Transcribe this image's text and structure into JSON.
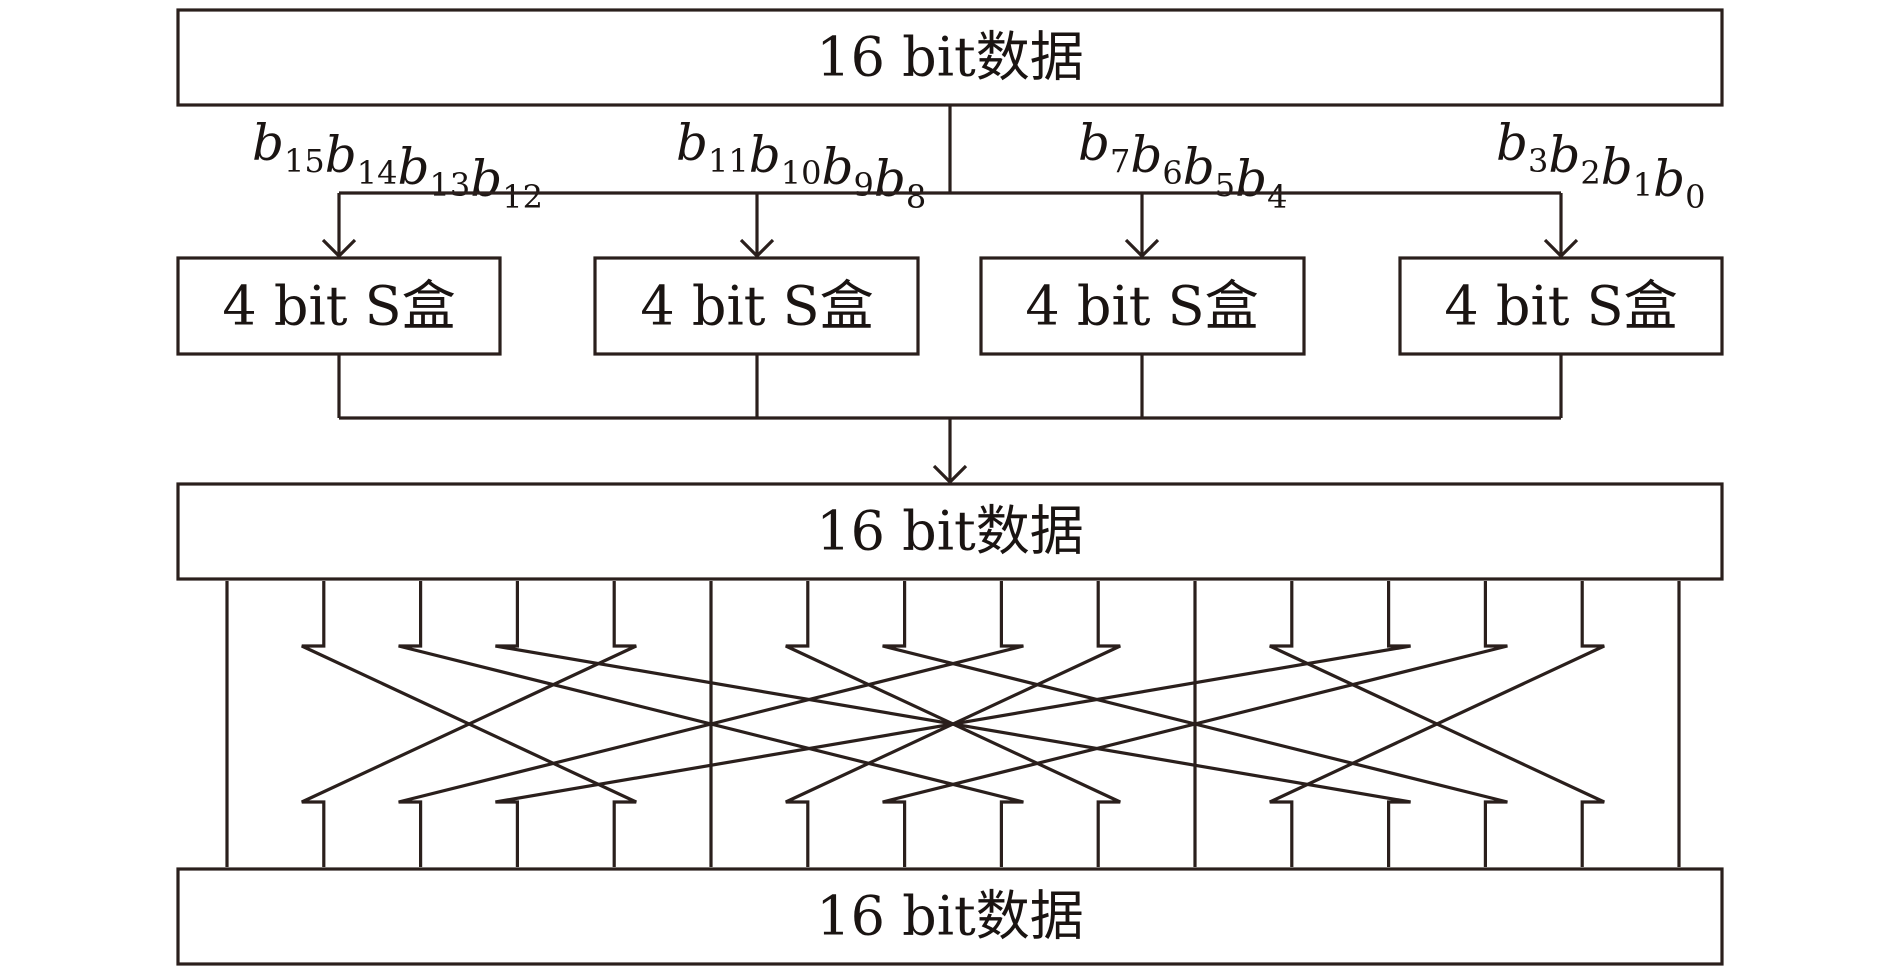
{
  "top_box": {
    "label": "16 bit数据"
  },
  "middle_box": {
    "label": "16 bit数据"
  },
  "bottom_box": {
    "label": "16 bit数据"
  },
  "bit_groups": [
    {
      "bits": [
        "15",
        "14",
        "13",
        "12"
      ]
    },
    {
      "bits": [
        "11",
        "10",
        "9",
        "8"
      ]
    },
    {
      "bits": [
        "7",
        "6",
        "5",
        "4"
      ]
    },
    {
      "bits": [
        "3",
        "2",
        "1",
        "0"
      ]
    }
  ],
  "bit_symbol": "b",
  "sboxes": [
    {
      "label": "4 bit S盒"
    },
    {
      "label": "4 bit S盒"
    },
    {
      "label": "4 bit S盒"
    },
    {
      "label": "4 bit S盒"
    }
  ],
  "permutation": [
    0,
    4,
    8,
    12,
    1,
    5,
    9,
    13,
    2,
    6,
    10,
    14,
    3,
    7,
    11,
    15
  ]
}
